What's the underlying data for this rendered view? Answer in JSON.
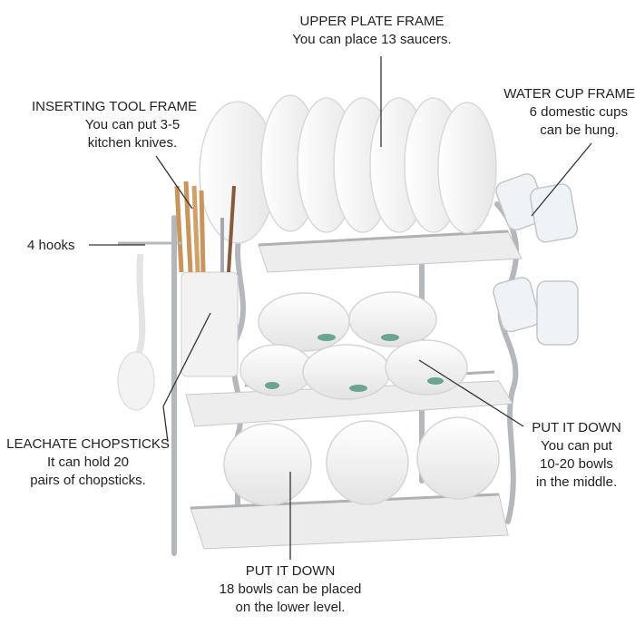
{
  "annotations": {
    "upper_plate": {
      "title": "UPPER PLATE FRAME",
      "text": "You can place 13 saucers."
    },
    "inserting_tool": {
      "title": "INSERTING TOOL FRAME",
      "line1": "You can put 3-5",
      "line2": "kitchen knives."
    },
    "water_cup": {
      "title": "WATER CUP FRAME",
      "line1": "6 domestic cups",
      "line2": "can be hung."
    },
    "hooks": {
      "text": "4 hooks"
    },
    "leachate": {
      "title": "LEACHATE CHOPSTICKS",
      "line1": "It can hold 20",
      "line2": "pairs of chopsticks."
    },
    "put_middle": {
      "title": "PUT IT DOWN",
      "line1": "You can put",
      "line2": "10-20 bowls",
      "line3": "in the middle."
    },
    "put_lower": {
      "title": "PUT IT DOWN",
      "line1": "18 bowls can be placed",
      "line2": "on the lower level."
    }
  },
  "colors": {
    "chrome": "#b9bcc0",
    "chrome_dark": "#8e9296",
    "plate": "#f4f4f4",
    "leaf": "#5f9c86",
    "tray": "#eeeeee"
  }
}
